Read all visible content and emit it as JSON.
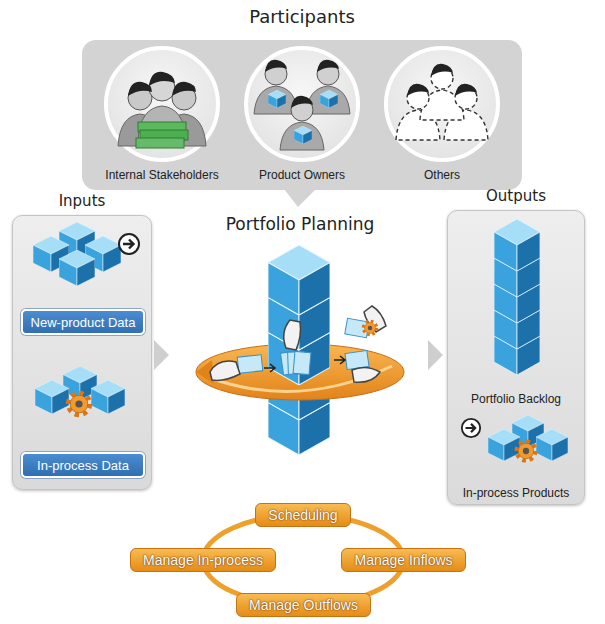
{
  "diagram": {
    "nodes": [
      {
        "text": [
          "Participants"
        ]
      },
      {
        "text": [
          "Internal Stakeholders"
        ],
        "in": 0
      },
      {
        "text": [
          "Product Owners"
        ],
        "in": 0
      },
      {
        "text": [
          "Others"
        ],
        "in": 0
      },
      {
        "text": [
          "Inputs"
        ]
      },
      {
        "text": [
          "New-product Data"
        ],
        "in": 4
      },
      {
        "text": [
          "In-process Data"
        ],
        "in": 4
      },
      {
        "text": [
          "Outputs"
        ]
      },
      {
        "text": [
          "Scheduling"
        ]
      },
      {
        "text": [
          "Manage In-process"
        ]
      },
      {
        "text": [
          "Manage Inflows"
        ]
      },
      {
        "text": [
          "Manage Outflows"
        ]
      }
    ],
    "edges": [
      {
        "from": 8,
        "to": 10,
        "arrow": "none"
      },
      {
        "from": 10,
        "to": 11,
        "arrow": "none"
      },
      {
        "from": 11,
        "to": 9,
        "arrow": "none"
      },
      {
        "from": 9,
        "to": 8,
        "arrow": "none"
      }
    ],
    "labels": [
      "Portfolio Planning",
      "Portfolio Backlog",
      "In-process Products"
    ]
  }
}
